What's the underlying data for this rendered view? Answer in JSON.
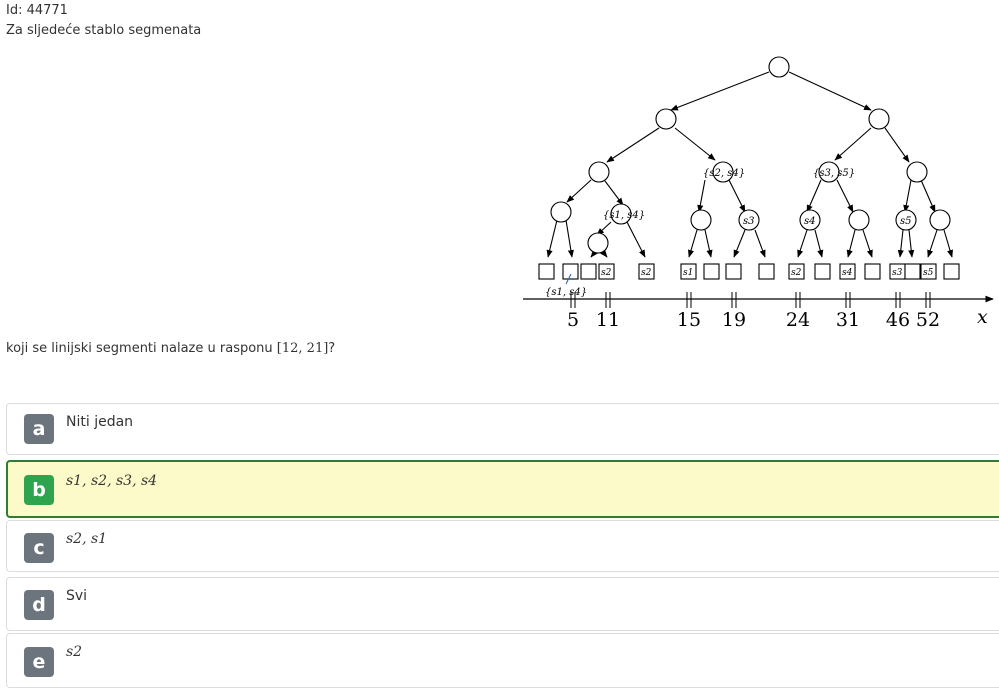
{
  "question": {
    "id_label": "Id: 44771",
    "intro": "Za sljedeće stablo segmenata",
    "prompt_text": "koji se linijski segmenti nalaze u rasponu ",
    "range": "[12, 21]",
    "prompt_end": "?"
  },
  "tree": {
    "axis_ticks": [
      "5",
      "11",
      "15",
      "19",
      "24",
      "31",
      "46",
      "52"
    ],
    "axis_var": "x",
    "node_labels": {
      "n3": "{s2, s4}",
      "n4": "{s3, s5}",
      "n5": "{s1, s4}",
      "n6": "s3",
      "n7": "s4",
      "n8": "s5",
      "leaf2": "{s1, s4}"
    },
    "leaf_labels": [
      "",
      "",
      "",
      "s2",
      "s2",
      "s1",
      "",
      "",
      "",
      "s2",
      "",
      "s4",
      "",
      "s3",
      "",
      "s5",
      ""
    ]
  },
  "options": [
    {
      "letter": "a",
      "text": "Niti jedan",
      "selected": false
    },
    {
      "letter": "b",
      "text": "s1, s2, s3, s4",
      "selected": true
    },
    {
      "letter": "c",
      "text": "s2, s1",
      "selected": false
    },
    {
      "letter": "d",
      "text": "Svi",
      "selected": false
    },
    {
      "letter": "e",
      "text": "s2",
      "selected": false
    }
  ],
  "colors": {
    "selected_bg": "#fcfac8",
    "selected_border": "#2e7d32",
    "selected_badge": "#2ea44f",
    "badge": "#6c757d"
  }
}
